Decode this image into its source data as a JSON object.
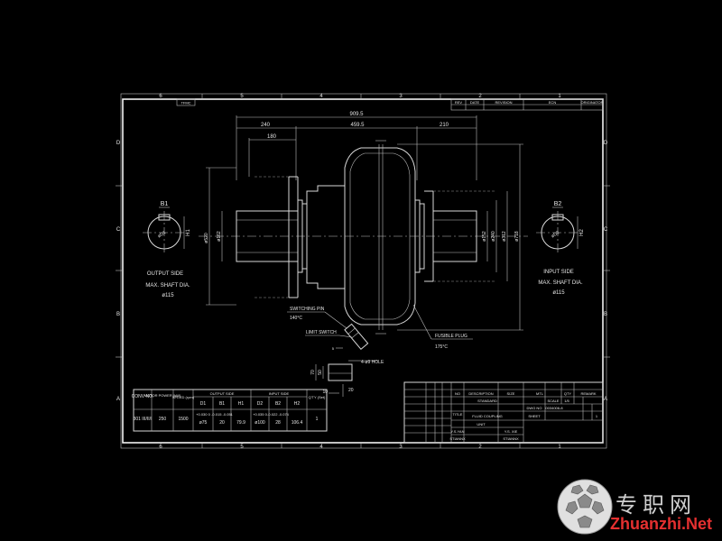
{
  "frame": {
    "col_numbers": [
      "6",
      "5",
      "4",
      "3",
      "2",
      "1"
    ],
    "row_letters": [
      "D",
      "C",
      "B",
      "A"
    ],
    "top_label": "TFMC",
    "rev_header": [
      "REV",
      "DATE",
      "REVISION",
      "ECN",
      "ORIGINATOR"
    ]
  },
  "dimensions": {
    "overall": "909.5",
    "center_len": "459.5",
    "left_len": "240",
    "left_inner": "180",
    "right_len": "210",
    "left_dia": "ø520",
    "left_hub": "ø162",
    "right_d1": "ø152",
    "right_d2": "ø240",
    "right_d3": "ø312",
    "right_d4": "ø718",
    "vent_w": "10",
    "vent_h": "20",
    "vent_h2": "70",
    "vent_h3": "50",
    "vent_small": "5"
  },
  "left_section": {
    "b_label": "B1",
    "h_label": "H1",
    "dia_label": "øD1",
    "title": "OUTPUT SIDE",
    "shaft_label": "MAX. SHAFT DIA.",
    "shaft_value": "ø115"
  },
  "right_section": {
    "b_label": "B2",
    "h_label": "H2",
    "dia_label": "øD2",
    "title": "INPUT SIDE",
    "shaft_label": "MAX. SHAFT DIA.",
    "shaft_value": "ø115"
  },
  "annotations": {
    "switching_pin": "SWITCHING PIN",
    "switching_temp": "140°C",
    "limit_switch": "LIMIT SWITCH",
    "fusible_plug": "FUSIBLE PLUG",
    "fusible_temp": "175°C",
    "hole": "4-ø9 HOLE"
  },
  "spec_table": {
    "headers": [
      "CONV NO.",
      "MOTOR POWER (kW)",
      "SPEED (rpm)"
    ],
    "group_output": "OUTPUT SIDE",
    "group_input": "INPUT SIDE",
    "qty_header": "Q'TY (Set)",
    "sub_output": [
      "D1",
      "B1",
      "H1"
    ],
    "sub_input": [
      "D2",
      "B2",
      "H2"
    ],
    "row": {
      "conv": "301 III/II/I",
      "power": "250",
      "speed": "1500",
      "d1": "ø75",
      "b1": "20",
      "h1": "79.9",
      "d2": "ø100",
      "b2": "28",
      "h2": "106.4",
      "qty": "1"
    },
    "tol_d1": "+0.030 0",
    "tol_b1": "-0.015 -0.051",
    "tol_d2": "+0.035 0",
    "tol_b2": "-0.022 -0.074"
  },
  "title_block": {
    "standard": "STANDARD",
    "title_label": "TITLE",
    "title": "FLUID COUPLING",
    "dwg_no": "DWG NO",
    "dwg_value": "0034006-8",
    "scale_label": "SCALE",
    "scale_value": "1/5",
    "sheet_label": "SHEET",
    "sheet_value": "1",
    "y_s_label": "Y.S.YAN",
    "y_s_2": "Y.S. XIE",
    "checker": "STIANNX",
    "checker_2": "STIANNX",
    "ua_label": "UNIT",
    "header_row": [
      "NO",
      "DESCRIPTION",
      "SIZE",
      "MTL",
      "QTY",
      "REMARK"
    ]
  },
  "watermark": {
    "cn": "专职网",
    "en": "Zhuanzhi.Net"
  }
}
